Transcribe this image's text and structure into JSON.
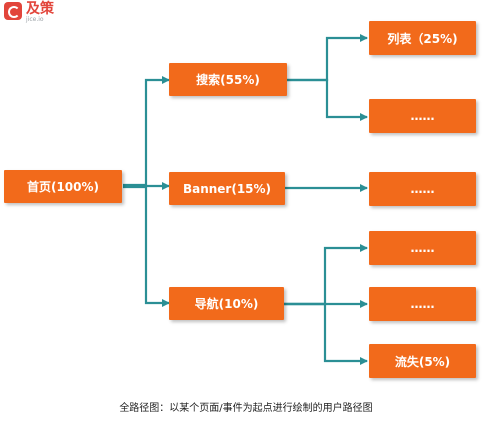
{
  "brand": {
    "name_cn": "及策",
    "name_en": "jice.io"
  },
  "diagram": {
    "nodes": {
      "home": "首页(100%)",
      "search": "搜索(55%)",
      "banner": "Banner(15%)",
      "nav": "导航(10%)",
      "list": "列表（25%)",
      "search_more": "……",
      "banner_more": "……",
      "nav_more_1": "……",
      "nav_more_2": "……",
      "churn": "流失(5%)"
    },
    "colors": {
      "node": "#f26a1b",
      "edge": "#2b8f95"
    }
  },
  "caption": "全路径图：以某个页面/事件为起点进行绘制的用户路径图"
}
